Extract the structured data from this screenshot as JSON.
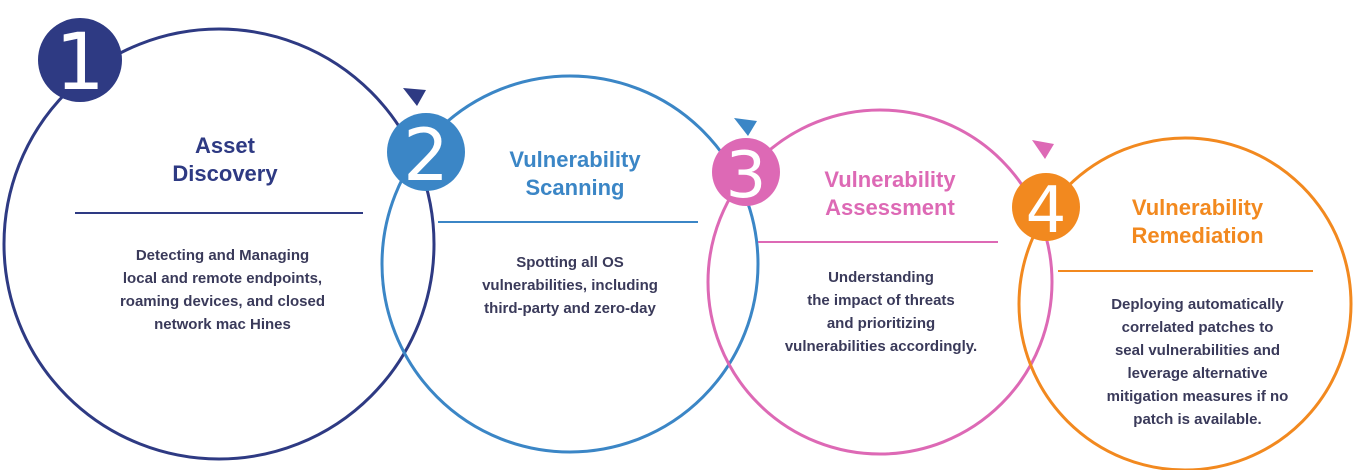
{
  "colors": {
    "step1": "#2e3a83",
    "step2": "#3b86c6",
    "step3": "#dd69b5",
    "step4": "#f2891f",
    "text": "#3a3a5a"
  },
  "steps": [
    {
      "number": "1",
      "title": "Asset\nDiscovery",
      "description": "Detecting and Managing\nlocal and remote endpoints,\nroaming devices, and closed\nnetwork mac Hines"
    },
    {
      "number": "2",
      "title": "Vulnerability\nScanning",
      "description": "Spotting all OS\nvulnerabilities, including\nthird-party and zero-day"
    },
    {
      "number": "3",
      "title": "Vulnerability\nAssessment",
      "description": "Understanding\nthe impact of threats\nand prioritizing\nvulnerabilities accordingly."
    },
    {
      "number": "4",
      "title": "Vulnerability\nRemediation",
      "description": "Deploying automatically\ncorrelated patches to\nseal vulnerabilities and\nleverage  alternative\nmitigation measures if no\npatch is available."
    }
  ]
}
